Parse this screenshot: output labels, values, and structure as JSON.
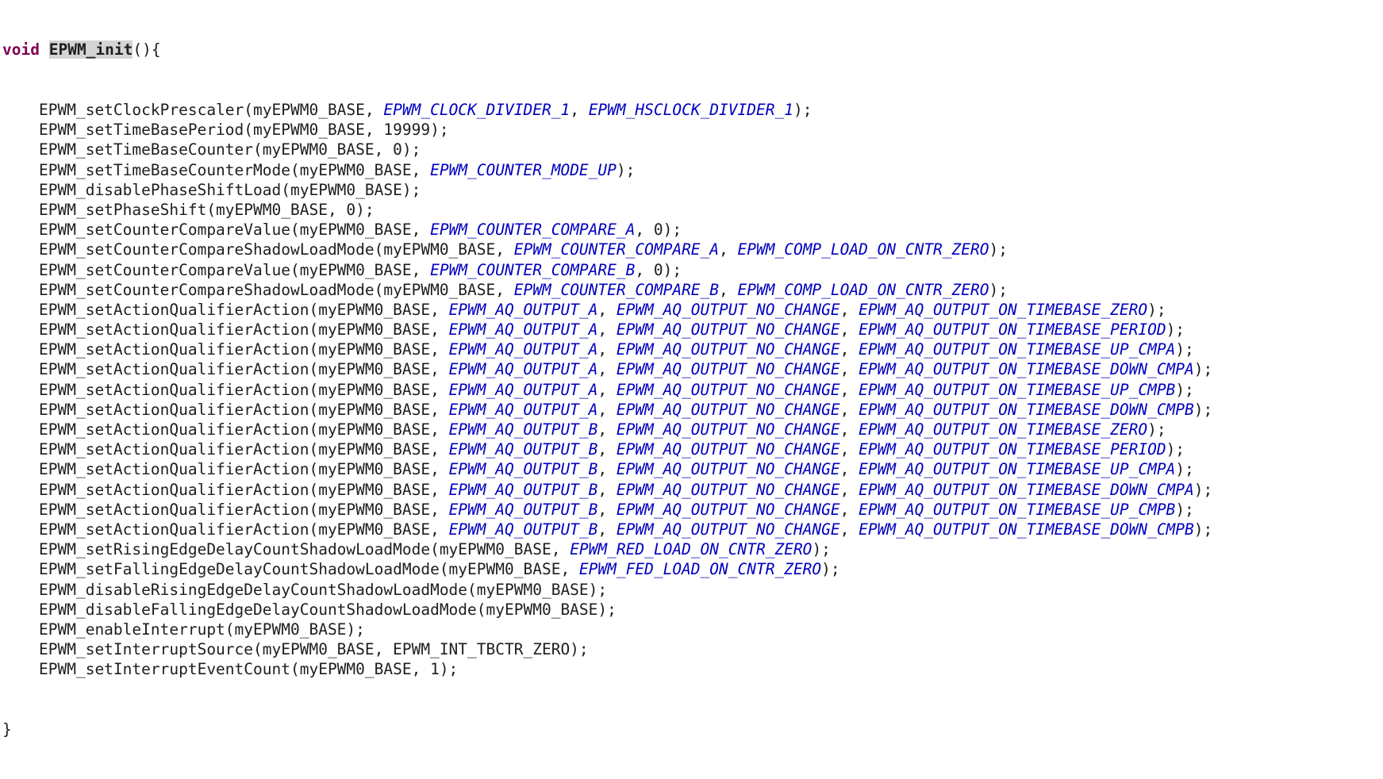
{
  "editor": {
    "header": {
      "keyword": "void",
      "name": "EPWM_init",
      "open": "(){"
    },
    "closing": "}",
    "lines": [
      [
        [
          "EPWM_setClockPrescaler(myEPWM0_BASE, ",
          0
        ],
        [
          "EPWM_CLOCK_DIVIDER_1",
          1
        ],
        [
          ", ",
          0
        ],
        [
          "EPWM_HSCLOCK_DIVIDER_1",
          1
        ],
        [
          ");",
          0
        ]
      ],
      [
        [
          "EPWM_setTimeBasePeriod(myEPWM0_BASE, 19999);",
          0
        ]
      ],
      [
        [
          "EPWM_setTimeBaseCounter(myEPWM0_BASE, 0);",
          0
        ]
      ],
      [
        [
          "EPWM_setTimeBaseCounterMode(myEPWM0_BASE, ",
          0
        ],
        [
          "EPWM_COUNTER_MODE_UP",
          1
        ],
        [
          ");",
          0
        ]
      ],
      [
        [
          "EPWM_disablePhaseShiftLoad(myEPWM0_BASE);",
          0
        ]
      ],
      [
        [
          "EPWM_setPhaseShift(myEPWM0_BASE, 0);",
          0
        ]
      ],
      [
        [
          "EPWM_setCounterCompareValue(myEPWM0_BASE, ",
          0
        ],
        [
          "EPWM_COUNTER_COMPARE_A",
          1
        ],
        [
          ", 0);",
          0
        ]
      ],
      [
        [
          "EPWM_setCounterCompareShadowLoadMode(myEPWM0_BASE, ",
          0
        ],
        [
          "EPWM_COUNTER_COMPARE_A",
          1
        ],
        [
          ", ",
          0
        ],
        [
          "EPWM_COMP_LOAD_ON_CNTR_ZERO",
          1
        ],
        [
          ");",
          0
        ]
      ],
      [
        [
          "EPWM_setCounterCompareValue(myEPWM0_BASE, ",
          0
        ],
        [
          "EPWM_COUNTER_COMPARE_B",
          1
        ],
        [
          ", 0);",
          0
        ]
      ],
      [
        [
          "EPWM_setCounterCompareShadowLoadMode(myEPWM0_BASE, ",
          0
        ],
        [
          "EPWM_COUNTER_COMPARE_B",
          1
        ],
        [
          ", ",
          0
        ],
        [
          "EPWM_COMP_LOAD_ON_CNTR_ZERO",
          1
        ],
        [
          ");",
          0
        ]
      ],
      [
        [
          "EPWM_setActionQualifierAction(myEPWM0_BASE, ",
          0
        ],
        [
          "EPWM_AQ_OUTPUT_A",
          1
        ],
        [
          ", ",
          0
        ],
        [
          "EPWM_AQ_OUTPUT_NO_CHANGE",
          1
        ],
        [
          ", ",
          0
        ],
        [
          "EPWM_AQ_OUTPUT_ON_TIMEBASE_ZERO",
          1
        ],
        [
          ");",
          0
        ]
      ],
      [
        [
          "EPWM_setActionQualifierAction(myEPWM0_BASE, ",
          0
        ],
        [
          "EPWM_AQ_OUTPUT_A",
          1
        ],
        [
          ", ",
          0
        ],
        [
          "EPWM_AQ_OUTPUT_NO_CHANGE",
          1
        ],
        [
          ", ",
          0
        ],
        [
          "EPWM_AQ_OUTPUT_ON_TIMEBASE_PERIOD",
          1
        ],
        [
          ");",
          0
        ]
      ],
      [
        [
          "EPWM_setActionQualifierAction(myEPWM0_BASE, ",
          0
        ],
        [
          "EPWM_AQ_OUTPUT_A",
          1
        ],
        [
          ", ",
          0
        ],
        [
          "EPWM_AQ_OUTPUT_NO_CHANGE",
          1
        ],
        [
          ", ",
          0
        ],
        [
          "EPWM_AQ_OUTPUT_ON_TIMEBASE_UP_CMPA",
          1
        ],
        [
          ");",
          0
        ]
      ],
      [
        [
          "EPWM_setActionQualifierAction(myEPWM0_BASE, ",
          0
        ],
        [
          "EPWM_AQ_OUTPUT_A",
          1
        ],
        [
          ", ",
          0
        ],
        [
          "EPWM_AQ_OUTPUT_NO_CHANGE",
          1
        ],
        [
          ", ",
          0
        ],
        [
          "EPWM_AQ_OUTPUT_ON_TIMEBASE_DOWN_CMPA",
          1
        ],
        [
          ");",
          0
        ]
      ],
      [
        [
          "EPWM_setActionQualifierAction(myEPWM0_BASE, ",
          0
        ],
        [
          "EPWM_AQ_OUTPUT_A",
          1
        ],
        [
          ", ",
          0
        ],
        [
          "EPWM_AQ_OUTPUT_NO_CHANGE",
          1
        ],
        [
          ", ",
          0
        ],
        [
          "EPWM_AQ_OUTPUT_ON_TIMEBASE_UP_CMPB",
          1
        ],
        [
          ");",
          0
        ]
      ],
      [
        [
          "EPWM_setActionQualifierAction(myEPWM0_BASE, ",
          0
        ],
        [
          "EPWM_AQ_OUTPUT_A",
          1
        ],
        [
          ", ",
          0
        ],
        [
          "EPWM_AQ_OUTPUT_NO_CHANGE",
          1
        ],
        [
          ", ",
          0
        ],
        [
          "EPWM_AQ_OUTPUT_ON_TIMEBASE_DOWN_CMPB",
          1
        ],
        [
          ");",
          0
        ]
      ],
      [
        [
          "EPWM_setActionQualifierAction(myEPWM0_BASE, ",
          0
        ],
        [
          "EPWM_AQ_OUTPUT_B",
          1
        ],
        [
          ", ",
          0
        ],
        [
          "EPWM_AQ_OUTPUT_NO_CHANGE",
          1
        ],
        [
          ", ",
          0
        ],
        [
          "EPWM_AQ_OUTPUT_ON_TIMEBASE_ZERO",
          1
        ],
        [
          ");",
          0
        ]
      ],
      [
        [
          "EPWM_setActionQualifierAction(myEPWM0_BASE, ",
          0
        ],
        [
          "EPWM_AQ_OUTPUT_B",
          1
        ],
        [
          ", ",
          0
        ],
        [
          "EPWM_AQ_OUTPUT_NO_CHANGE",
          1
        ],
        [
          ", ",
          0
        ],
        [
          "EPWM_AQ_OUTPUT_ON_TIMEBASE_PERIOD",
          1
        ],
        [
          ");",
          0
        ]
      ],
      [
        [
          "EPWM_setActionQualifierAction(myEPWM0_BASE, ",
          0
        ],
        [
          "EPWM_AQ_OUTPUT_B",
          1
        ],
        [
          ", ",
          0
        ],
        [
          "EPWM_AQ_OUTPUT_NO_CHANGE",
          1
        ],
        [
          ", ",
          0
        ],
        [
          "EPWM_AQ_OUTPUT_ON_TIMEBASE_UP_CMPA",
          1
        ],
        [
          ");",
          0
        ]
      ],
      [
        [
          "EPWM_setActionQualifierAction(myEPWM0_BASE, ",
          0
        ],
        [
          "EPWM_AQ_OUTPUT_B",
          1
        ],
        [
          ", ",
          0
        ],
        [
          "EPWM_AQ_OUTPUT_NO_CHANGE",
          1
        ],
        [
          ", ",
          0
        ],
        [
          "EPWM_AQ_OUTPUT_ON_TIMEBASE_DOWN_CMPA",
          1
        ],
        [
          ");",
          0
        ]
      ],
      [
        [
          "EPWM_setActionQualifierAction(myEPWM0_BASE, ",
          0
        ],
        [
          "EPWM_AQ_OUTPUT_B",
          1
        ],
        [
          ", ",
          0
        ],
        [
          "EPWM_AQ_OUTPUT_NO_CHANGE",
          1
        ],
        [
          ", ",
          0
        ],
        [
          "EPWM_AQ_OUTPUT_ON_TIMEBASE_UP_CMPB",
          1
        ],
        [
          ");",
          0
        ]
      ],
      [
        [
          "EPWM_setActionQualifierAction(myEPWM0_BASE, ",
          0
        ],
        [
          "EPWM_AQ_OUTPUT_B",
          1
        ],
        [
          ", ",
          0
        ],
        [
          "EPWM_AQ_OUTPUT_NO_CHANGE",
          1
        ],
        [
          ", ",
          0
        ],
        [
          "EPWM_AQ_OUTPUT_ON_TIMEBASE_DOWN_CMPB",
          1
        ],
        [
          ");",
          0
        ]
      ],
      [
        [
          "EPWM_setRisingEdgeDelayCountShadowLoadMode(myEPWM0_BASE, ",
          0
        ],
        [
          "EPWM_RED_LOAD_ON_CNTR_ZERO",
          1
        ],
        [
          ");",
          0
        ]
      ],
      [
        [
          "EPWM_setFallingEdgeDelayCountShadowLoadMode(myEPWM0_BASE, ",
          0
        ],
        [
          "EPWM_FED_LOAD_ON_CNTR_ZERO",
          1
        ],
        [
          ");",
          0
        ]
      ],
      [
        [
          "EPWM_disableRisingEdgeDelayCountShadowLoadMode(myEPWM0_BASE);",
          0
        ]
      ],
      [
        [
          "EPWM_disableFallingEdgeDelayCountShadowLoadMode(myEPWM0_BASE);",
          0
        ]
      ],
      [
        [
          "EPWM_enableInterrupt(myEPWM0_BASE);",
          0
        ]
      ],
      [
        [
          "EPWM_setInterruptSource(myEPWM0_BASE, EPWM_INT_TBCTR_ZERO);",
          0
        ]
      ],
      [
        [
          "EPWM_setInterruptEventCount(myEPWM0_BASE, 1);",
          0
        ]
      ]
    ]
  },
  "colors": {
    "background": "#ffffff",
    "text": "#1e1e1e",
    "keyword": "#7f0055",
    "constant": "#0000c0",
    "selection": "#d4d4d4"
  }
}
